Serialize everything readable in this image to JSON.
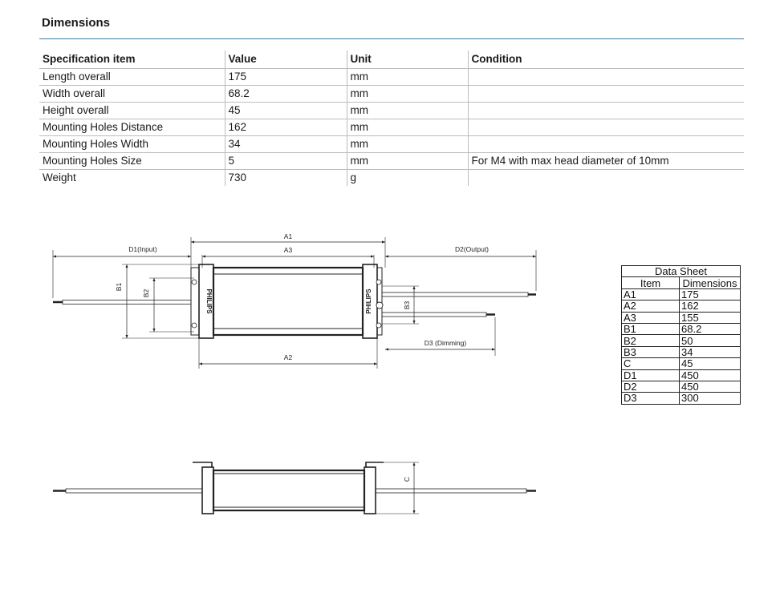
{
  "section": {
    "title": "Dimensions"
  },
  "spec_table": {
    "headers": [
      "Specification item",
      "Value",
      "Unit",
      "Condition"
    ],
    "rows": [
      [
        "Length overall",
        "175",
        "mm",
        ""
      ],
      [
        "Width overall",
        "68.2",
        "mm",
        ""
      ],
      [
        "Height overall",
        "45",
        "mm",
        ""
      ],
      [
        "Mounting Holes Distance",
        "162",
        "mm",
        ""
      ],
      [
        "Mounting Holes Width",
        "34",
        "mm",
        ""
      ],
      [
        "Mounting Holes Size",
        "5",
        "mm",
        "For M4 with max head diameter of 10mm"
      ],
      [
        "Weight",
        "730",
        "g",
        ""
      ]
    ]
  },
  "drawing": {
    "labels": {
      "a1": "A1",
      "a2": "A2",
      "a3": "A3",
      "b1": "B1",
      "b2": "B2",
      "b3": "B3",
      "c": "C",
      "d1": "D1(Input)",
      "d2": "D2(Output)",
      "d3": "D3 (Dimming)",
      "brand": "PHILIPS"
    }
  },
  "data_sheet": {
    "title": "Data Sheet",
    "headers": [
      "Item",
      "Dimensions"
    ],
    "rows": [
      [
        "A1",
        "175"
      ],
      [
        "A2",
        "162"
      ],
      [
        "A3",
        "155"
      ],
      [
        "B1",
        "68.2"
      ],
      [
        "B2",
        "50"
      ],
      [
        "B3",
        "34"
      ],
      [
        "C",
        "45"
      ],
      [
        "D1",
        "450"
      ],
      [
        "D2",
        "450"
      ],
      [
        "D3",
        "300"
      ]
    ]
  }
}
